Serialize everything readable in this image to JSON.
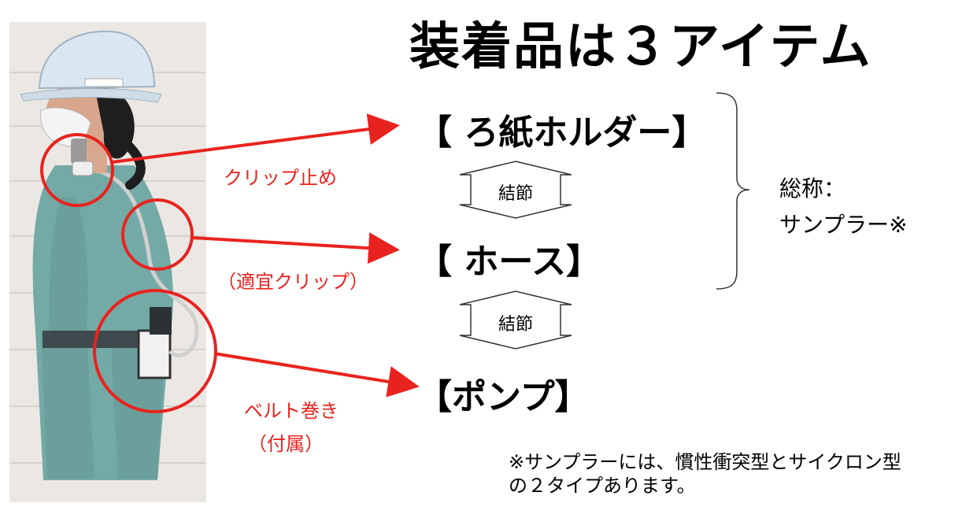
{
  "title": "装着品は３アイテム",
  "items": {
    "filter_holder": "【 ろ紙ホルダー】",
    "hose": "【 ホース】",
    "pump": "【ポンプ】"
  },
  "joints": {
    "upper": "結節",
    "lower": "結節"
  },
  "labels": {
    "clip_stop": "クリップ止め",
    "clip_optional": "（適宜クリップ）",
    "belt_wrap": "ベルト巻き",
    "included": "（付属）"
  },
  "group": {
    "line1": "総称：",
    "line2": "サンプラー※"
  },
  "note": {
    "line1": "※サンプラーには、慣性衝突型とサイクロン型",
    "line2": "の２タイプあります。"
  },
  "colors": {
    "accent": "#e8231f",
    "uniform": "#6fa8a4",
    "wall": "#e9e6e2",
    "helmet": "#d9e6ef"
  }
}
